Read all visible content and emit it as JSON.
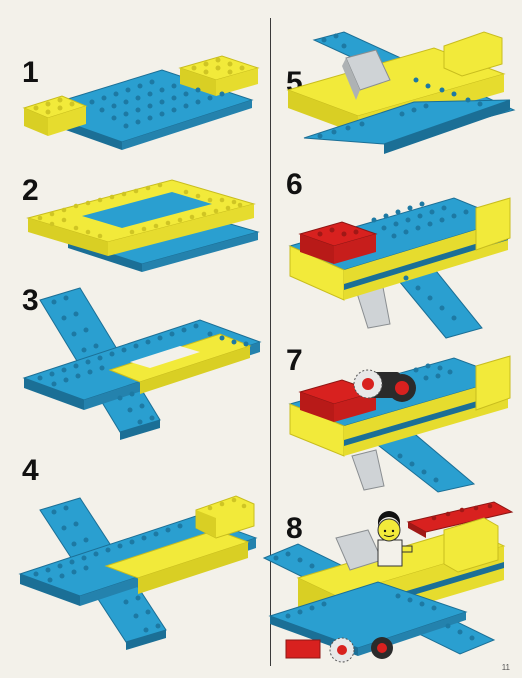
{
  "steps": [
    {
      "number": "1"
    },
    {
      "number": "2"
    },
    {
      "number": "3"
    },
    {
      "number": "4"
    },
    {
      "number": "5"
    },
    {
      "number": "6"
    },
    {
      "number": "7"
    },
    {
      "number": "8"
    }
  ],
  "page_number": "11",
  "colors": {
    "blue": "#2a9fd0",
    "blue_dark": "#1b6f96",
    "yellow": "#f2ea3a",
    "yellow_dark": "#c8bd1e",
    "red": "#d8211f",
    "grey": "#cfd3d6",
    "stud_blue": "#1d79a3",
    "stud_yellow": "#cfc524"
  }
}
